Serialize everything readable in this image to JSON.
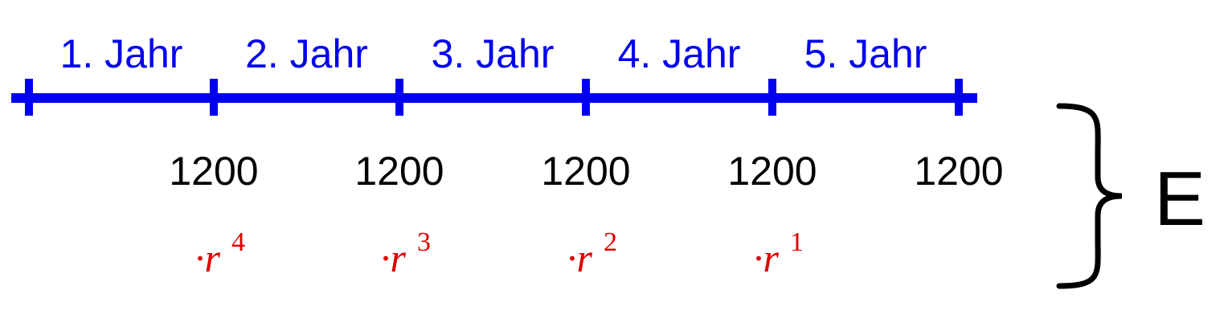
{
  "colors": {
    "timeline": "#0000ee",
    "years": "#0000ee",
    "amounts": "#000000",
    "factors": "#dd0000",
    "brace": "#000000",
    "result": "#000000"
  },
  "years": [
    "1. Jahr",
    "2. Jahr",
    "3. Jahr",
    "4. Jahr",
    "5. Jahr"
  ],
  "amounts": [
    "1200",
    "1200",
    "1200",
    "1200",
    "1200"
  ],
  "factors": [
    {
      "base": "·r",
      "exp": "4"
    },
    {
      "base": "·r",
      "exp": "3"
    },
    {
      "base": "·r",
      "exp": "2"
    },
    {
      "base": "·r",
      "exp": "1"
    }
  ],
  "result_label": "E",
  "icons": {
    "brace": "right-curly-brace-icon"
  }
}
